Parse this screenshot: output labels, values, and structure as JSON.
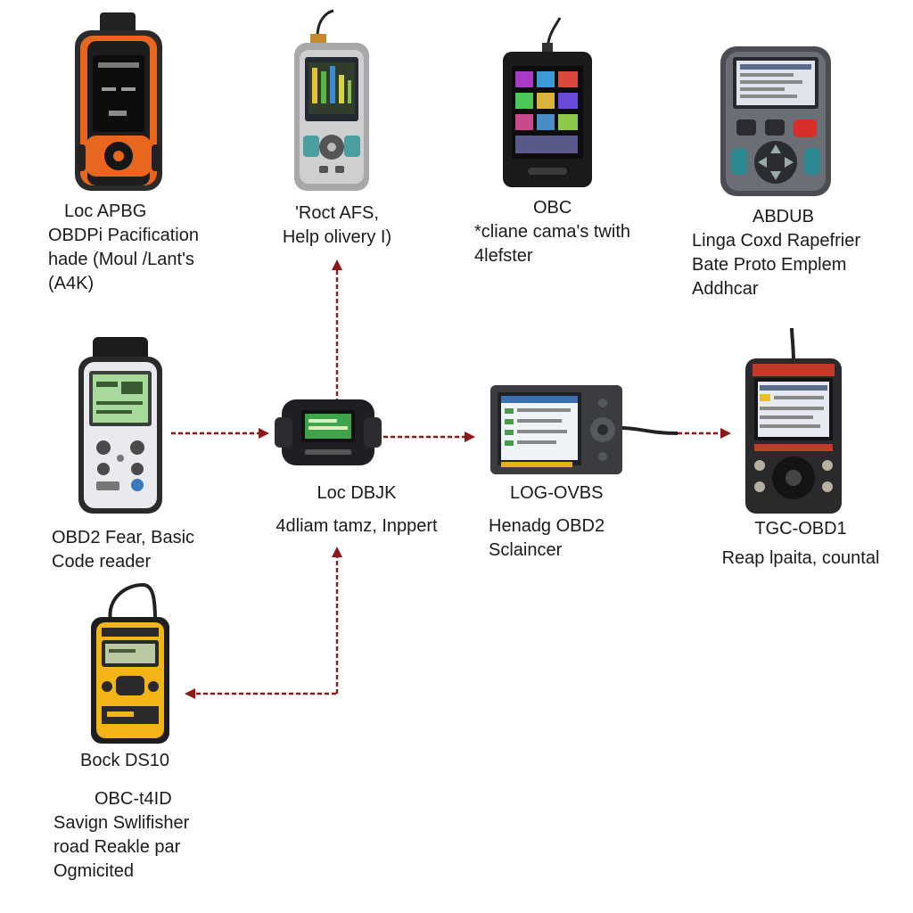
{
  "colors": {
    "arrow": "#8b1a1a",
    "orange_accent": "#e8661e",
    "yellow_accent": "#f2b416",
    "red_button": "#d92c2c",
    "screen_green": "#a7d99a",
    "screen_blue": "#9cc4e8"
  },
  "devices": [
    {
      "id": "d1",
      "icon": "orange-handheld-scanner-icon",
      "lines": [
        "Loc APBG",
        "OBDPi Pacification",
        "hade (Moul /Lant's",
        "(A4K)"
      ]
    },
    {
      "id": "d2",
      "icon": "gray-handheld-scanner-icon",
      "lines": [
        "'Roct AFS,",
        "Help olivery I)"
      ]
    },
    {
      "id": "d3",
      "icon": "touchscreen-scanner-icon",
      "lines": [
        "OBC",
        "*cliane cama's twith",
        "4lefster"
      ]
    },
    {
      "id": "d4",
      "icon": "dark-gray-scanner-icon",
      "lines": [
        "ABDUB",
        "Linga Coxd Rapefrier",
        "Bate Proto Emplem",
        "Addhcar"
      ]
    },
    {
      "id": "d5",
      "icon": "basic-code-reader-icon",
      "lines": [
        "OBD2 Fear, Basic",
        "Code reader"
      ]
    },
    {
      "id": "d6",
      "icon": "obd-adapter-icon",
      "lines": [
        "Loc DBJK",
        "4dliam tamz, Inppert"
      ]
    },
    {
      "id": "d7",
      "icon": "tablet-scanner-icon",
      "lines": [
        "LOG-OVBS",
        "Henadg OBD2",
        "Sclaincer"
      ]
    },
    {
      "id": "d8",
      "icon": "professional-scanner-icon",
      "lines": [
        "TGC-OBD1",
        "Reap lpaita, countal"
      ]
    },
    {
      "id": "d9",
      "icon": "yellow-code-reader-icon",
      "lines": [
        "Bock DS10",
        "OBC-t4ID",
        "Savign Swlifisher",
        "road Reakle par",
        "Ogmicited"
      ]
    }
  ]
}
